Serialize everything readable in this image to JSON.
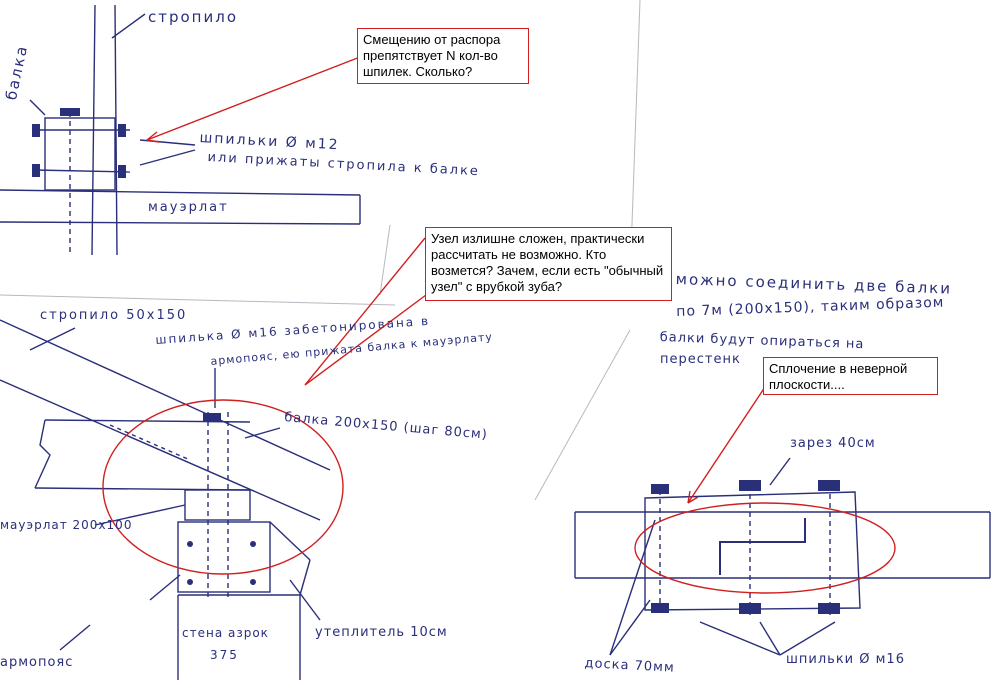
{
  "labels": {
    "rafter_top": "стропило",
    "beam_left": "балка",
    "studs_m12": "шпильки Ø м12",
    "studs_m12_line2": "или прижаты стропила к балке",
    "mauerlat_top": "мауэрлат",
    "rafter_bottom": "стропило 50х150",
    "stud_m16": "шпилька Ø м16  забетонирована в",
    "stud_m16_line2": "армопояс, ею прижата балка к мауэрлату",
    "beam_bottom": "балка 200х150 (шаг 80см)",
    "mauerlat_bottom": "мауэрлат 200х100",
    "wall": "стена азрок",
    "wall_num": "375",
    "insulation": "утеплитель 10см",
    "armopoyas": "армопояс",
    "right_text_1": "можно соединить две балки",
    "right_text_2": "по 7м (200х150), таким образом",
    "right_text_3": "балки будут опираться на",
    "right_text_4": "перестенк",
    "cut": "зарез 40см",
    "board": "доска 70мм",
    "studs_m16_right": "шпильки Ø м16"
  },
  "notes": {
    "n1": "Смещению от распора препятствует N кол-во шпилек. Сколько?",
    "n2": "Узел излишне сложен, практически рассчитать не возможно. Кто возмется? Зачем, если есть \"обычный узел\" с врубкой зуба?",
    "n3": "Сплочение  в неверной плоскости...."
  },
  "colors": {
    "ink": "#2a2f7a",
    "annotation": "#d11f1f",
    "pencil": "#5a5a6e"
  }
}
